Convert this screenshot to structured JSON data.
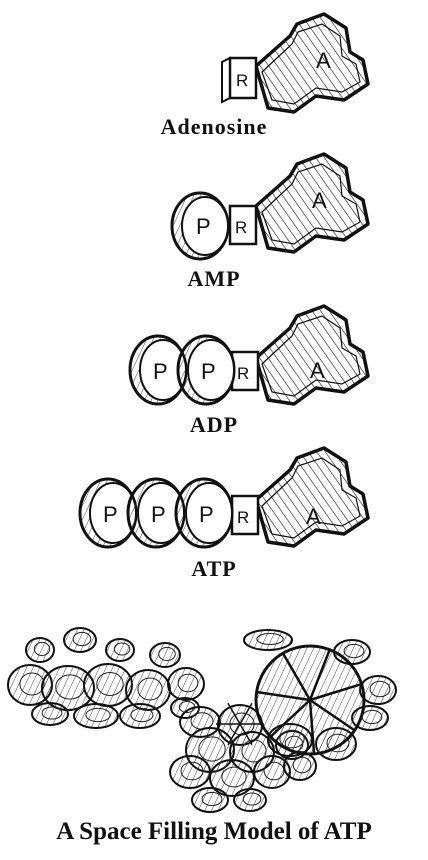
{
  "figure": {
    "molecules": [
      {
        "caption": "Adenosine",
        "phosphates": 0
      },
      {
        "caption": "AMP",
        "phosphates": 1
      },
      {
        "caption": "ADP",
        "phosphates": 2
      },
      {
        "caption": "ATP",
        "phosphates": 3
      }
    ],
    "labels": {
      "adenine": "A",
      "ribose": "R",
      "phosphate": "P"
    },
    "space_filling_caption": "A Space Filling Model of ATP"
  }
}
